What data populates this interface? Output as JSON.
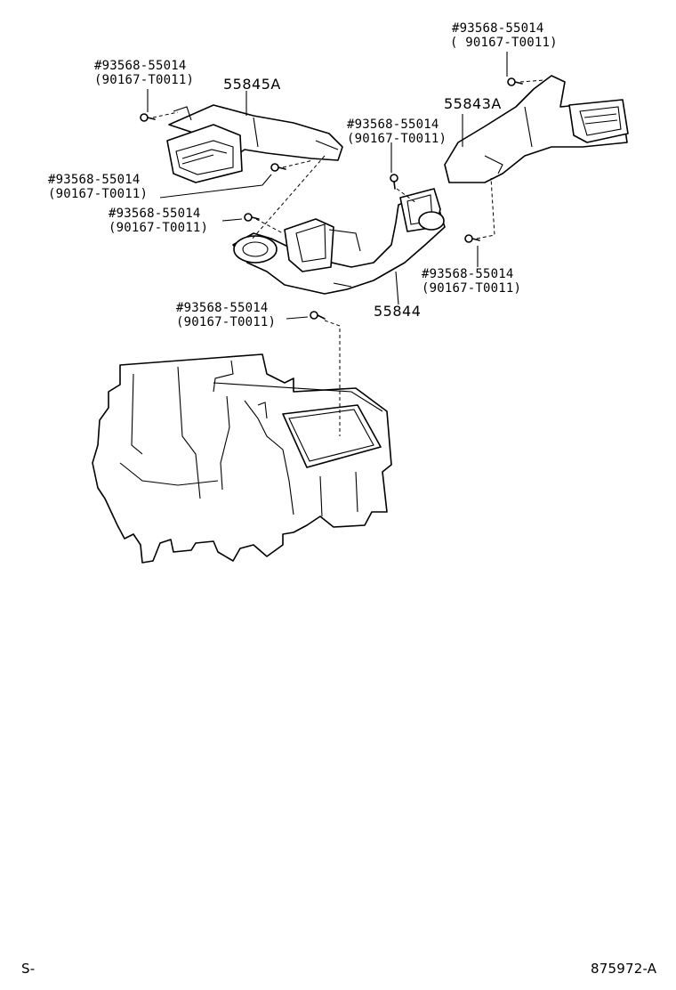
{
  "callouts": {
    "top_right": {
      "code": "#93568-55014",
      "alt": "( 90167-T0011)"
    },
    "top_left": {
      "code": "#93568-55014",
      "alt": "(90167-T0011)"
    },
    "mid_center": {
      "code": "#93568-55014",
      "alt": "(90167-T0011)"
    },
    "left_mid": {
      "code": "#93568-55014",
      "alt": "(90167-T0011)"
    },
    "left_lower": {
      "code": "#93568-55014",
      "alt": "(90167-T0011)"
    },
    "right_mid": {
      "code": "#93568-55014",
      "alt": "(90167-T0011)"
    },
    "bottom_center": {
      "code": "#93568-55014",
      "alt": "(90167-T0011)"
    }
  },
  "parts": {
    "duct_left": "55845A",
    "duct_right": "55843A",
    "duct_center": "55844"
  },
  "footer": {
    "section_code": "S-",
    "figure_id": "875972-A"
  }
}
